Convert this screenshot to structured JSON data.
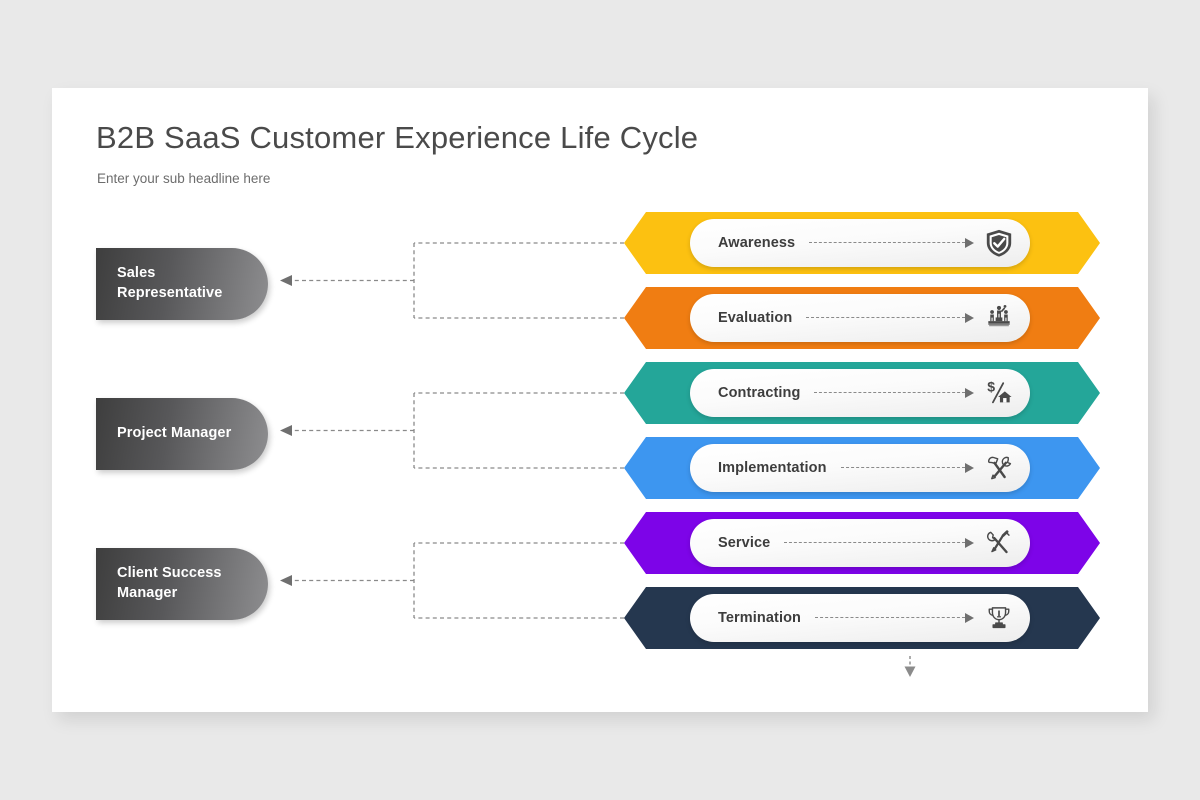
{
  "slide": {
    "title": "B2B SaaS Customer Experience Life Cycle",
    "subtitle": "Enter your sub headline here",
    "background_color": "#e9e9e9",
    "card_color": "#ffffff"
  },
  "roles": [
    {
      "label_line1": "Sales",
      "label_line2": "Representative",
      "covers_steps": [
        "Awareness",
        "Evaluation"
      ]
    },
    {
      "label_line1": "Project Manager",
      "label_line2": "",
      "covers_steps": [
        "Contracting",
        "Implementation"
      ]
    },
    {
      "label_line1": "Client Success",
      "label_line2": "Manager",
      "covers_steps": [
        "Service",
        "Termination"
      ]
    }
  ],
  "steps": [
    {
      "label": "Awareness",
      "color": "#fcc111",
      "icon": "shield-check-icon"
    },
    {
      "label": "Evaluation",
      "color": "#f07d12",
      "icon": "podium-people-icon"
    },
    {
      "label": "Contracting",
      "color": "#24a699",
      "icon": "dollar-house-icon"
    },
    {
      "label": "Implementation",
      "color": "#3d96f0",
      "icon": "hammer-wrench-icon"
    },
    {
      "label": "Service",
      "color": "#7d04e8",
      "icon": "wrench-screwdriver-icon"
    },
    {
      "label": "Termination",
      "color": "#25374f",
      "icon": "trophy-icon"
    }
  ],
  "connectors": {
    "style": "dashed",
    "color": "#8a8a8a",
    "arrow_direction": "left",
    "bottom_arrow_direction": "down"
  }
}
